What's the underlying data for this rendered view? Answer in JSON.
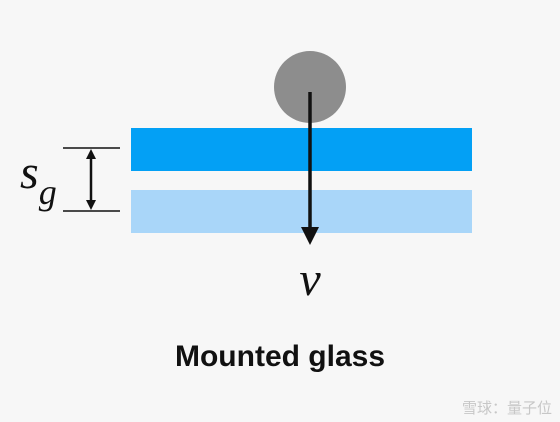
{
  "diagram": {
    "caption": "Mounted glass",
    "gap_label": {
      "symbol": "s",
      "subscript": "g"
    },
    "velocity_label": "v",
    "watermark": "雪球：量子位"
  },
  "colors": {
    "background": "#f7f7f7",
    "upper_glass": "#03a0f5",
    "lower_glass": "#a9d6f9",
    "ball": "#8d8d8d",
    "ink": "#111111"
  }
}
